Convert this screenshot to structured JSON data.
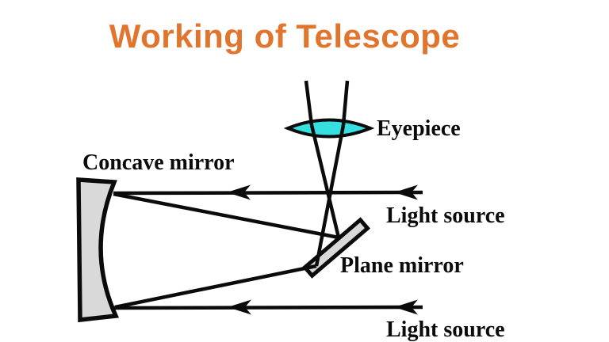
{
  "title": {
    "text": "Working of Telescope",
    "color": "#E2752D"
  },
  "labels": {
    "concave_mirror": "Concave mirror",
    "eyepiece": "Eyepiece",
    "plane_mirror": "Plane mirror",
    "light_source_top": "Light source",
    "light_source_bottom": "Light source"
  },
  "colors": {
    "lens_fill": "#36E0E0",
    "mirror_fill": "#D9D9D9",
    "ray": "#0B0B0B",
    "background": "#FFFFFF"
  },
  "components": {
    "concave_mirror": "curved reflector at left receiving parallel light rays",
    "plane_mirror": "tilted flat secondary mirror at center reflecting rays upward",
    "eyepiece": "biconvex lens at top through which rays exit",
    "light_rays": "two parallel rays from light source travel left, reflect off concave mirror, converge on plane mirror, cross and exit through eyepiece"
  }
}
